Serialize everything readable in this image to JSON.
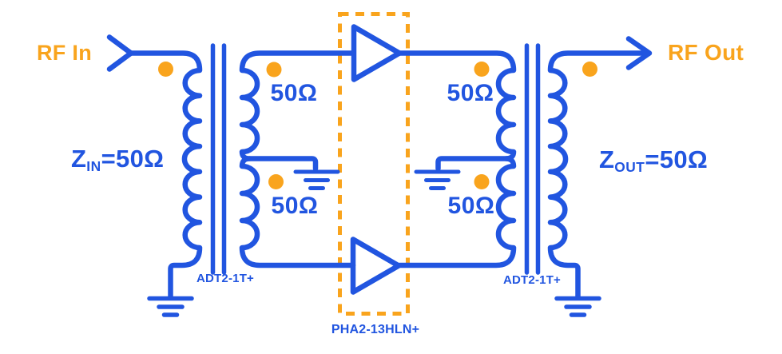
{
  "colors": {
    "wire": "#2155E0",
    "accent": "#F9A41D",
    "background": "#FFFFFF"
  },
  "io": {
    "input": {
      "label": "RF In",
      "impedance": {
        "symbol": "Z",
        "subscript": "IN",
        "value": "=50Ω"
      }
    },
    "output": {
      "label": "RF Out",
      "impedance": {
        "symbol": "Z",
        "subscript": "OUT",
        "value": "=50Ω"
      }
    }
  },
  "impedance_labels": [
    {
      "id": "input-balun-top",
      "value": "50Ω"
    },
    {
      "id": "output-balun-top",
      "value": "50Ω"
    },
    {
      "id": "input-balun-tap",
      "value": "50Ω"
    },
    {
      "id": "output-balun-tap",
      "value": "50Ω"
    }
  ],
  "components": {
    "input_balun": {
      "label": "ADT2-1T+"
    },
    "output_balun": {
      "label": "ADT2-1T+"
    },
    "amplifiers": {
      "label": "PHA2-13HLN+"
    }
  },
  "icons": {
    "ground-icon": "three-bar ground symbol",
    "amplifier-icon": "right-pointing triangle",
    "phase-dot-icon": "filled orange circle",
    "arrowhead-icon": "open chevron"
  }
}
